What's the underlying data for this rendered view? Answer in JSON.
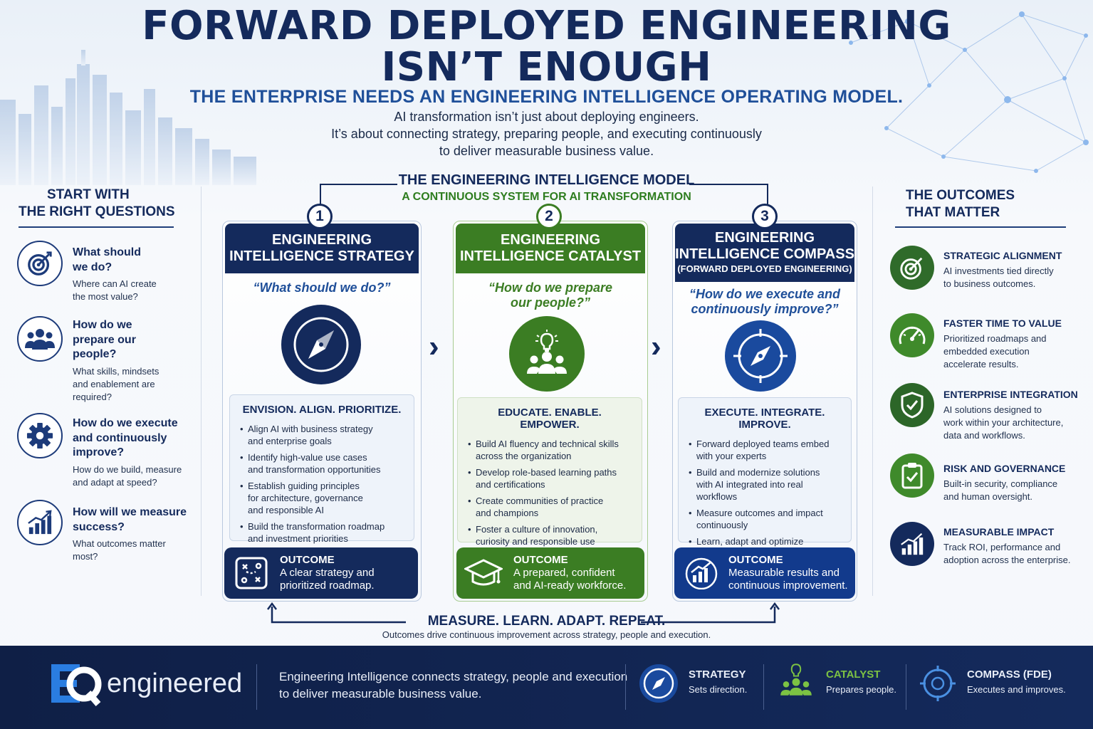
{
  "header": {
    "title_line1": "FORWARD DEPLOYED ENGINEERING",
    "title_line2": "ISN’T ENOUGH",
    "subtitle": "THE ENTERPRISE NEEDS AN ENGINEERING INTELLIGENCE OPERATING MODEL.",
    "intro_line1": "AI transformation isn’t just about deploying engineers.",
    "intro_line2": "It’s about connecting strategy, preparing people, and executing continuously",
    "intro_line3": "to deliver measurable business value."
  },
  "left_panel": {
    "title_line1": "START WITH",
    "title_line2": "THE RIGHT QUESTIONS",
    "items": [
      {
        "icon": "target-icon",
        "title": "What should\nwe do?",
        "sub": "Where can AI create\nthe most value?"
      },
      {
        "icon": "people-icon",
        "title": "How do we\nprepare our\npeople?",
        "sub": "What skills, mindsets\nand enablement are\nrequired?"
      },
      {
        "icon": "gear-icon",
        "title": "How do we execute\nand continuously\nimprove?",
        "sub": "How do we build, measure\nand adapt at speed?"
      },
      {
        "icon": "chart-icon",
        "title": "How will we measure\nsuccess?",
        "sub": "What outcomes matter\nmost?"
      }
    ]
  },
  "model": {
    "title": "THE ENGINEERING INTELLIGENCE MODEL",
    "subtitle": "A CONTINUOUS SYSTEM FOR AI TRANSFORMATION",
    "columns": [
      {
        "number": "1",
        "head_line1": "ENGINEERING",
        "head_line2": "INTELLIGENCE STRATEGY",
        "head_line3": "",
        "question": "“What should we do?”",
        "icon": "compass-icon",
        "box_title": "ENVISION. ALIGN. PRIORITIZE.",
        "bullets": [
          "Align AI with business strategy\nand enterprise goals",
          "Identify high-value use cases\nand transformation opportunities",
          "Establish guiding principles\nfor architecture, governance\nand responsible AI",
          "Build the transformation roadmap\nand investment priorities"
        ],
        "outcome_label": "OUTCOME",
        "outcome_text": "A clear strategy and\nprioritized roadmap.",
        "outcome_icon": "strategy-board-icon",
        "color": "#142a5c"
      },
      {
        "number": "2",
        "head_line1": "ENGINEERING",
        "head_line2": "INTELLIGENCE CATALYST",
        "head_line3": "",
        "question": "“How do we prepare\nour people?”",
        "icon": "team-idea-icon",
        "box_title": "EDUCATE. ENABLE. EMPOWER.",
        "bullets": [
          "Build AI fluency and technical skills\nacross the organization",
          "Develop role-based learning paths\nand certifications",
          "Create communities of practice\nand champions",
          "Foster a culture of innovation,\ncuriosity and responsible use"
        ],
        "outcome_label": "OUTCOME",
        "outcome_text": "A prepared, confident\nand AI-ready workforce.",
        "outcome_icon": "graduation-cap-icon",
        "color": "#3b7d23"
      },
      {
        "number": "3",
        "head_line1": "ENGINEERING",
        "head_line2": "INTELLIGENCE COMPASS",
        "head_line3": "(FORWARD DEPLOYED ENGINEERING)",
        "question": "“How do we execute and\ncontinuously improve?”",
        "icon": "compass-target-icon",
        "box_title": "EXECUTE. INTEGRATE. IMPROVE.",
        "bullets": [
          "Forward deployed teams embed\nwith your experts",
          "Build and modernize solutions\nwith AI integrated into real workflows",
          "Measure outcomes and impact\ncontinuously",
          "Learn, adapt and optimize\nthe transformation"
        ],
        "outcome_label": "OUTCOME",
        "outcome_text": "Measurable results and\ncontinuous improvement.",
        "outcome_icon": "growth-chart-icon",
        "color": "#142a5c"
      }
    ],
    "loop_title": "MEASURE. LEARN. ADAPT. REPEAT.",
    "loop_sub": "Outcomes drive continuous improvement across strategy, people and execution."
  },
  "right_panel": {
    "title_line1": "THE OUTCOMES",
    "title_line2": "THAT MATTER",
    "items": [
      {
        "icon": "target-icon",
        "title": "STRATEGIC ALIGNMENT",
        "sub": "AI investments tied directly\nto business outcomes.",
        "color": "#2f6b2a"
      },
      {
        "icon": "speedometer-icon",
        "title": "FASTER TIME TO VALUE",
        "sub": "Prioritized roadmaps and\nembedded execution\naccelerate results.",
        "color": "#3f8a2b"
      },
      {
        "icon": "shield-check-icon",
        "title": "ENTERPRISE INTEGRATION",
        "sub": "AI solutions designed to\nwork within your architecture,\ndata and workflows.",
        "color": "#2c6628"
      },
      {
        "icon": "clipboard-check-icon",
        "title": "RISK AND GOVERNANCE",
        "sub": "Built-in security, compliance\nand human oversight.",
        "color": "#3f8a2b"
      },
      {
        "icon": "chart-icon",
        "title": "MEASURABLE IMPACT",
        "sub": "Track ROI, performance and\nadoption across the enterprise.",
        "color": "#142a5c"
      }
    ]
  },
  "footer": {
    "brand": "engineered",
    "tagline_line1": "Engineering Intelligence connects strategy, people and execution",
    "tagline_line2": "to deliver measurable business value.",
    "items": [
      {
        "icon": "compass-icon",
        "title": "STRATEGY",
        "sub": "Sets direction.",
        "color": "#ffffff"
      },
      {
        "icon": "team-idea-icon",
        "title": "CATALYST",
        "sub": "Prepares people.",
        "color": "#7cc243"
      },
      {
        "icon": "compass-target-icon",
        "title": "COMPASS (FDE)",
        "sub": "Executes and improves.",
        "color": "#ffffff"
      }
    ]
  }
}
